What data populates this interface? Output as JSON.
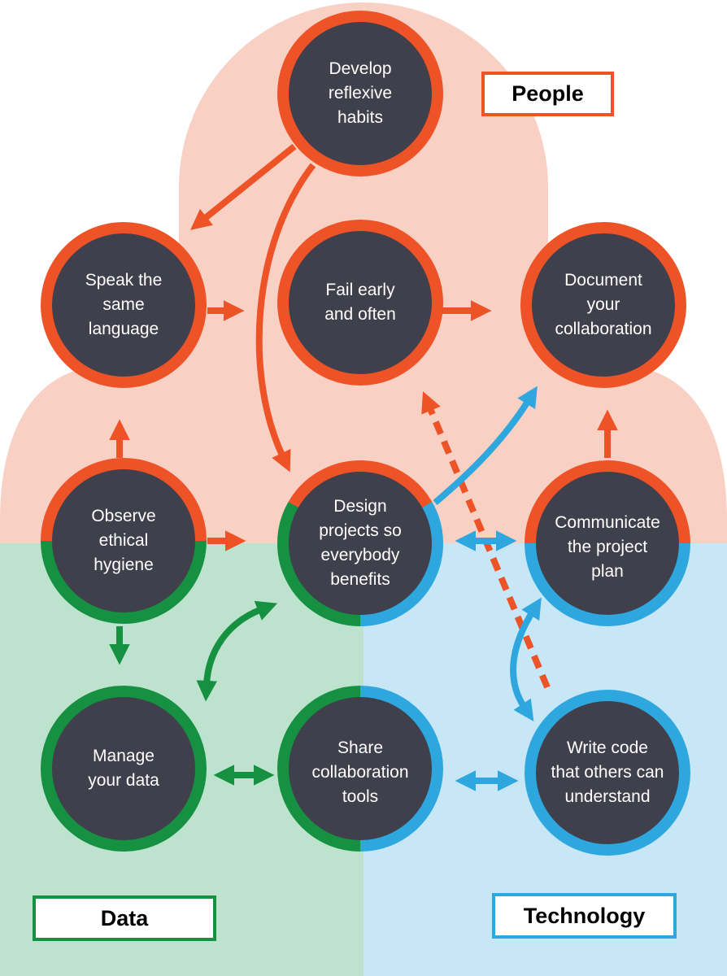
{
  "colors": {
    "people_region": "#f9d0c4",
    "data_region": "#bde3cf",
    "technology_region": "#c7e6f6",
    "people": "#ee5327",
    "data": "#169142",
    "technology": "#2ea7df",
    "node_fill": "#3f404c"
  },
  "regions": {
    "people": "People",
    "data": "Data",
    "technology": "Technology"
  },
  "nodes": {
    "develop": "Develop\nreflexive\nhabits",
    "speak": "Speak the\nsame\nlanguage",
    "fail": "Fail early\nand often",
    "document": "Document\nyour\ncollaboration",
    "observe": "Observe\nethical\nhygiene",
    "design": "Design\nprojects so\neverybody\nbenefits",
    "communicate": "Communicate\nthe project\nplan",
    "manage": "Manage\nyour data",
    "share": "Share\ncollaboration\ntools",
    "write": "Write code\nthat others can\nunderstand"
  }
}
